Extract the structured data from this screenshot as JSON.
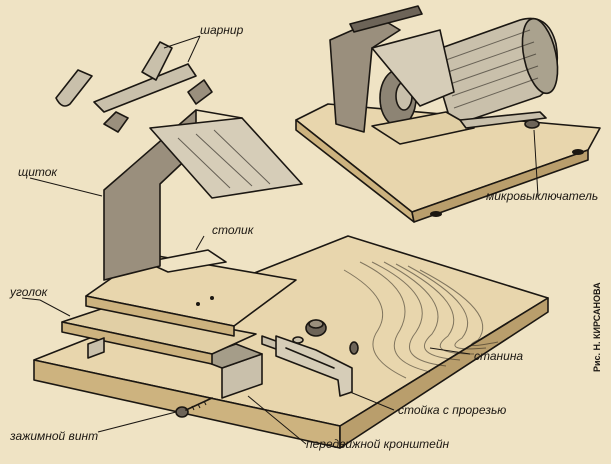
{
  "labels": {
    "hinge": "шарнир",
    "shield": "щиток",
    "table": "столик",
    "corner": "уголок",
    "microswitch": "микровыключатель",
    "base": "станина",
    "slotted_post": "стойка с прорезью",
    "clamp_screw": "зажимной винт",
    "movable_bracket": "передвижной кронштейн"
  },
  "credit": "Рис. Н. КИРСАНОВА",
  "colors": {
    "paper": "#efe3c4",
    "ink": "#1b1712",
    "wood_top": "#e8d6ad",
    "wood_side": "#cdb37f",
    "metal": "#c9c0ab",
    "metal_dark": "#6d6458"
  }
}
